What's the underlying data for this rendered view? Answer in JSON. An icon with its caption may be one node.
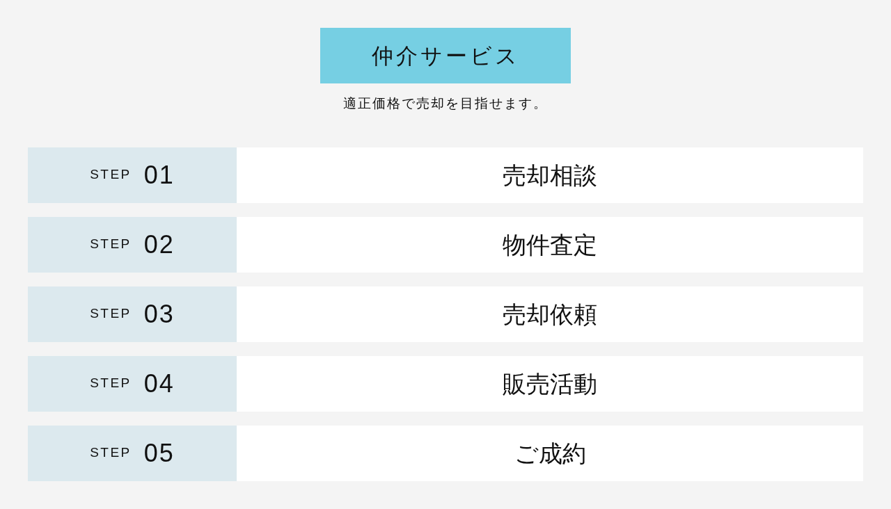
{
  "diagram": {
    "nodes": [
      {
        "text": [
          "仲介サービス"
        ],
        "beside": [
          "適正価格で売却を目指せます。"
        ]
      },
      {
        "text": [
          "STEP",
          "01"
        ]
      },
      {
        "text": [
          "売却相談"
        ]
      },
      {
        "text": [
          "STEP",
          "02"
        ]
      },
      {
        "text": [
          "物件査定"
        ]
      },
      {
        "text": [
          "STEP",
          "03"
        ]
      },
      {
        "text": [
          "売却依頼"
        ]
      },
      {
        "text": [
          "STEP",
          "04"
        ]
      },
      {
        "text": [
          "販売活動"
        ]
      },
      {
        "text": [
          "STEP",
          "05"
        ]
      },
      {
        "text": [
          "ご成約"
        ]
      }
    ]
  }
}
